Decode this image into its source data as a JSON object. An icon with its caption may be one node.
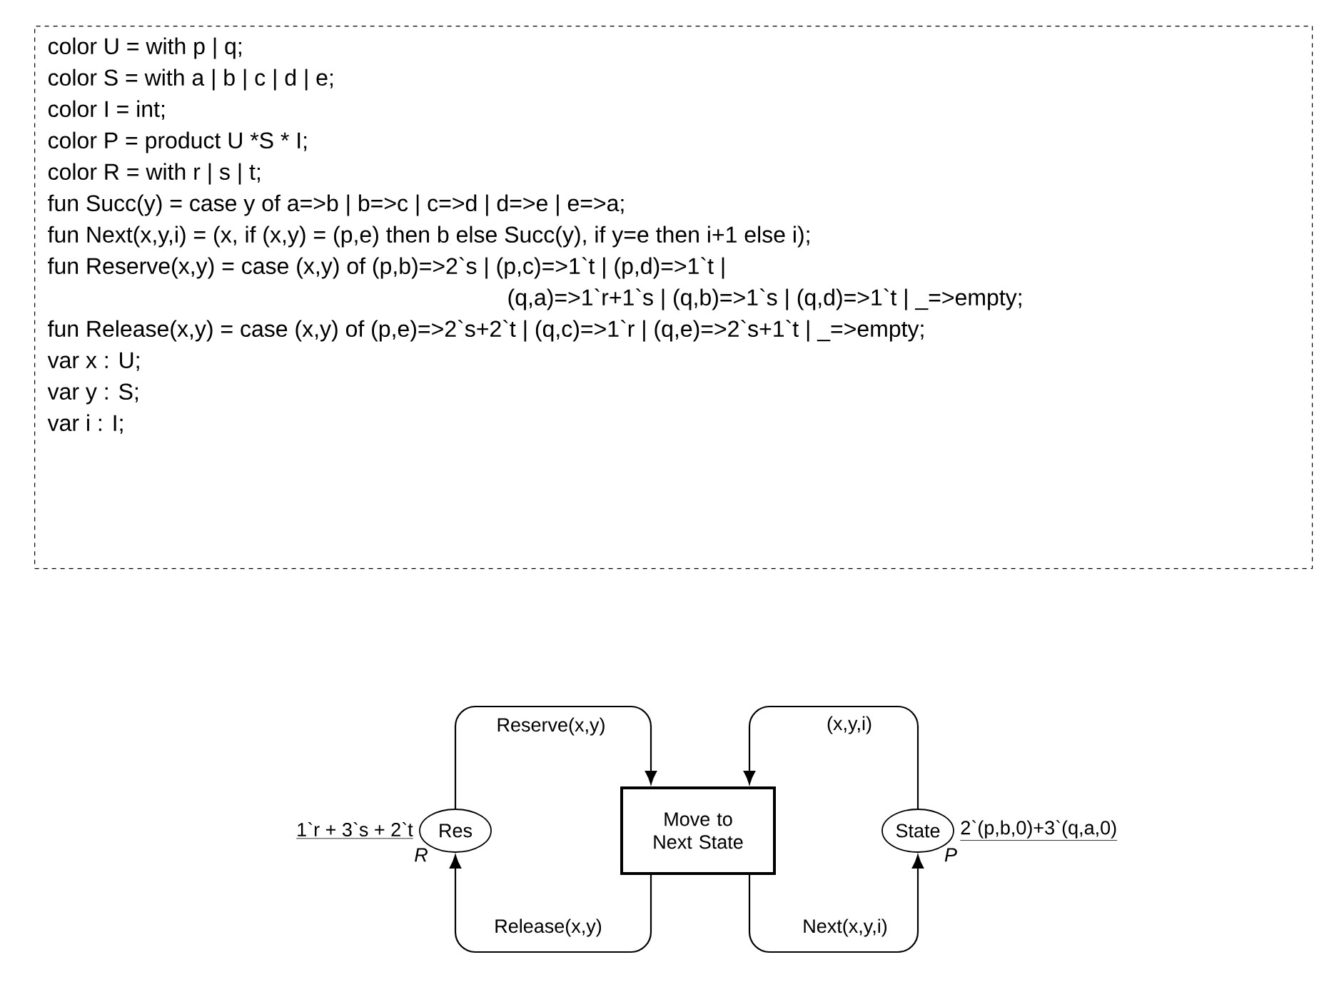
{
  "diagram": {
    "nodes": [
      {
        "text": [
          "color U = with p | q;",
          "color S = with a | b | c | d | e;",
          "color I = int;",
          "color P = product U *S * I;",
          "color R = with r | s | t;",
          "fun Succ(y) = case y of a=>b |  b=>c |  c=>d |  d=>e |  e=>a;",
          "fun Next(x,y,i) = (x, if (x,y) = (p,e) then b else Succ(y), if y=e then i+1 else i);",
          "fun Reserve(x,y) = case (x,y) of (p,b)=>2`s | (p,c)=>1`t | (p,d)=>1`t | (q,a)=>1`r+1`s | (q,b)=>1`s | (q,d)=>1`t | _=>empty;",
          "fun Release(x,y) = case (x,y) of (p,e)=>2`s+2`t | (q,c)=>1`r | (q,e)=>2`s+1`t | _=>empty;",
          "var x : U;",
          "var y : S;",
          "var i : I;"
        ]
      },
      {
        "text": [
          "Res"
        ],
        "beside": [
          "1`r + 3`s + 2`t",
          "R"
        ]
      },
      {
        "text": [
          "Move to Next State"
        ]
      },
      {
        "text": [
          "State"
        ],
        "beside": [
          "2`(p,b,0)+3`(q,a,0)",
          "P"
        ]
      }
    ],
    "edges": [
      {
        "from": 1,
        "to": 2,
        "arrow": "to",
        "label": "Reserve(x,y)"
      },
      {
        "from": 2,
        "to": 1,
        "arrow": "to",
        "label": "Release(x,y)"
      },
      {
        "from": 3,
        "to": 2,
        "arrow": "to",
        "label": "(x,y,i)"
      },
      {
        "from": 2,
        "to": 3,
        "arrow": "to",
        "label": "Next(x,y,i)"
      }
    ]
  }
}
